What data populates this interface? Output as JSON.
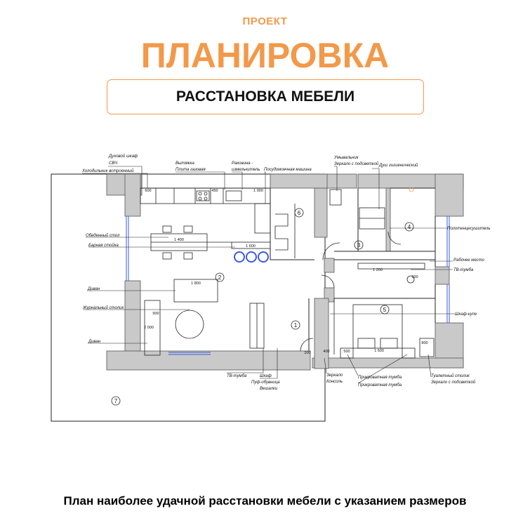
{
  "header": {
    "kicker": "ПРОЕКТ",
    "title": "ПЛАНИРОВКА",
    "subtitle": "РАССТАНОВКА МЕБЕЛИ"
  },
  "caption": "План наиболее удачной расстановки мебели с указанием размеров",
  "colors": {
    "accent": "#f2994a",
    "wall": "#c9c9c9",
    "line": "#222222",
    "glass": "#3b5bdb"
  },
  "plan": {
    "rooms": [
      "1",
      "2",
      "3",
      "4",
      "5",
      "6",
      "7"
    ],
    "left_labels": {
      "oven": "Духовой шкаф",
      "microwave": "СВЧ",
      "fridge": "Холодильник встроенный",
      "dining_table": "Обеденный стол",
      "bar_counter": "Барная стойка",
      "sofa1": "Диван",
      "coffee_table": "Журнальный столик",
      "sofa2": "Диван"
    },
    "top_labels": {
      "hood": "Вытяжка",
      "stove": "Плита газовая",
      "sink": "Раковина -",
      "sink2": "измельчитель",
      "dishwasher": "Посудомоечная машина",
      "washbasin": "Умывальник",
      "mirror": "Зеркало с подсветкой",
      "shower": "Душ гигиенический"
    },
    "right_labels": {
      "towel": "Полотенцесушитель",
      "workplace": "Рабочее место",
      "tv_stand": "ТВ-тумба",
      "wardrobe": "Шкаф-купе",
      "vanity": "Туалетный столик",
      "vanity_mirror": "Зеркало с подсветкой"
    },
    "bottom_labels": {
      "tv_stand": "ТВ-тумба",
      "closet": "Шкаф",
      "pouf": "Пуф-обувница",
      "hanger": "Вешалки",
      "mirror": "Зеркало",
      "console": "Консоль",
      "nightstand1": "Прикроватная тумба",
      "nightstand2": "Прикроватная тумба"
    },
    "dimensions": {
      "d600": "600",
      "d1400": "1 400",
      "d1600": "1 600",
      "d1800": "1 800",
      "d2000": "2 000",
      "d1200": "1 200",
      "d900": "900",
      "d800": "800",
      "d500": "500",
      "d400": "400",
      "d300": "300",
      "d200": "200",
      "d450": "450",
      "d1500": "1 500",
      "d1000": "1 000"
    }
  }
}
